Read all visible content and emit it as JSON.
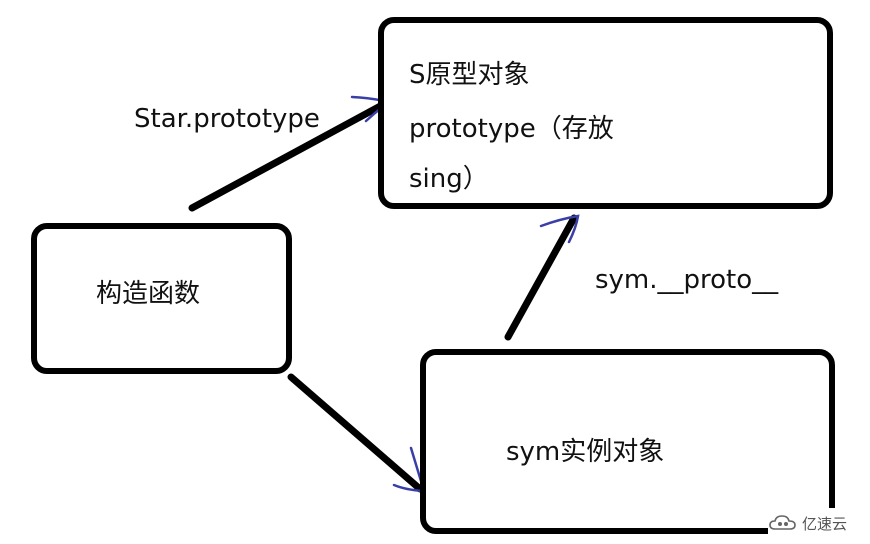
{
  "nodes": {
    "prototype_object": {
      "line1": "S原型对象",
      "line2": "prototype（存放",
      "line3": "sing）"
    },
    "constructor": {
      "label": "构造函数"
    },
    "instance": {
      "label": "sym实例对象"
    }
  },
  "edges": [
    {
      "from": "constructor",
      "to": "prototype_object",
      "label": "Star.prototype"
    },
    {
      "from": "instance",
      "to": "prototype_object",
      "label": "sym.__proto__"
    },
    {
      "from": "constructor",
      "to": "instance",
      "label": ""
    }
  ],
  "colors": {
    "line": "#000000",
    "arrowhead": "#3a3fa8",
    "background": "#ffffff"
  },
  "watermark": {
    "text": "亿速云",
    "icon": "cloud-logo-icon"
  }
}
